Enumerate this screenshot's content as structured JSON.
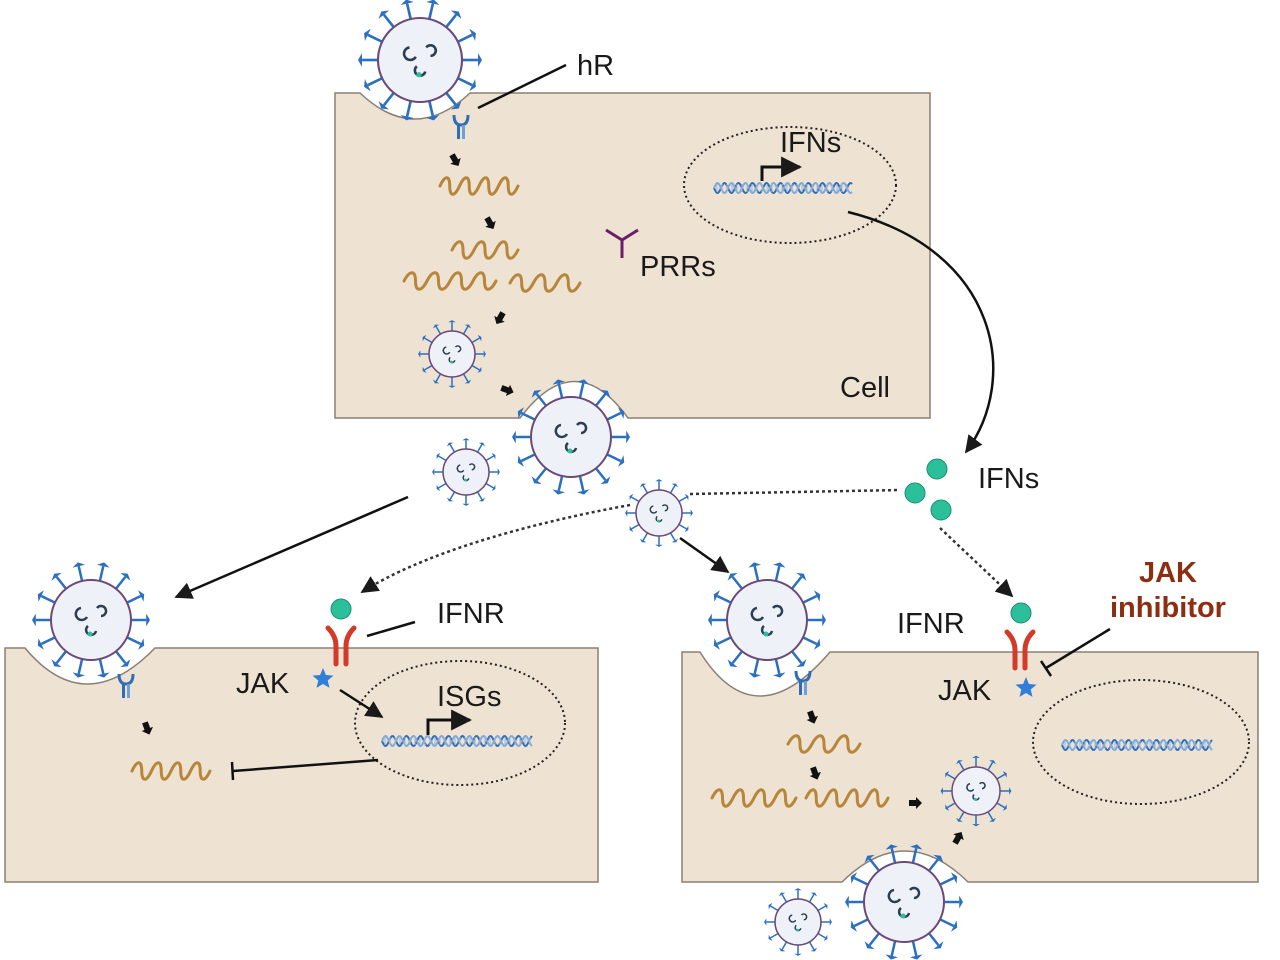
{
  "labels": {
    "hr": "hR",
    "ifns_nucleus": "IFNs",
    "prrs": "PRRs",
    "cell": "Cell",
    "ifns_free": "IFNs",
    "ifnr_left": "IFNR",
    "jak_left": "JAK",
    "isgs": "ISGs",
    "ifnr_right": "IFNR",
    "jak_right": "JAK",
    "jak_inhibitor_line1": "JAK",
    "jak_inhibitor_line2": "inhibitor"
  },
  "colors": {
    "cell_fill": "#eee2d2",
    "cell_stroke": "#8a7f73",
    "virus_spike": "#2a6fc0",
    "virus_body": "#eef2f8",
    "virus_outline": "#6b4a7a",
    "rna": "#b8863b",
    "dna_blue": "#2f6db5",
    "ifn_particle": "#2bbf9a",
    "receptor_red": "#d23a2a",
    "jak_star": "#2f7fd8",
    "prr": "#6b1f6b",
    "inhibitor_text": "#8b2e12"
  },
  "icons": [
    "virus-icon",
    "receptor-icon",
    "rna-icon",
    "dna-icon",
    "ifn-particle-icon",
    "jak-star-icon",
    "prr-icon",
    "arrow-icon",
    "inhibition-icon"
  ]
}
